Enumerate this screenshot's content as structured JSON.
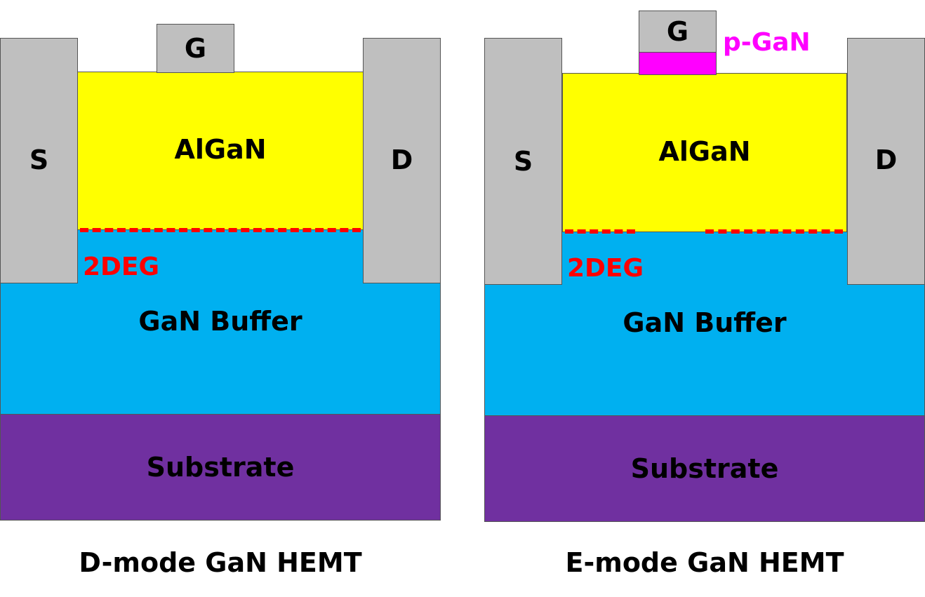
{
  "colors": {
    "metal": "#bfbfbf",
    "algan": "#ffff00",
    "gan_buffer": "#00b0f0",
    "substrate": "#7030a0",
    "pgan": "#ff00ff",
    "deg": "#ff0000"
  },
  "dmode": {
    "gate": "G",
    "source": "S",
    "drain": "D",
    "algan": "AlGaN",
    "deg": "2DEG",
    "buffer": "GaN Buffer",
    "substrate": "Substrate",
    "caption": "D-mode GaN HEMT"
  },
  "emode": {
    "gate": "G",
    "pgan": "p-GaN",
    "source": "S",
    "drain": "D",
    "algan": "AlGaN",
    "deg": "2DEG",
    "buffer": "GaN Buffer",
    "substrate": "Substrate",
    "caption": "E-mode GaN HEMT"
  }
}
